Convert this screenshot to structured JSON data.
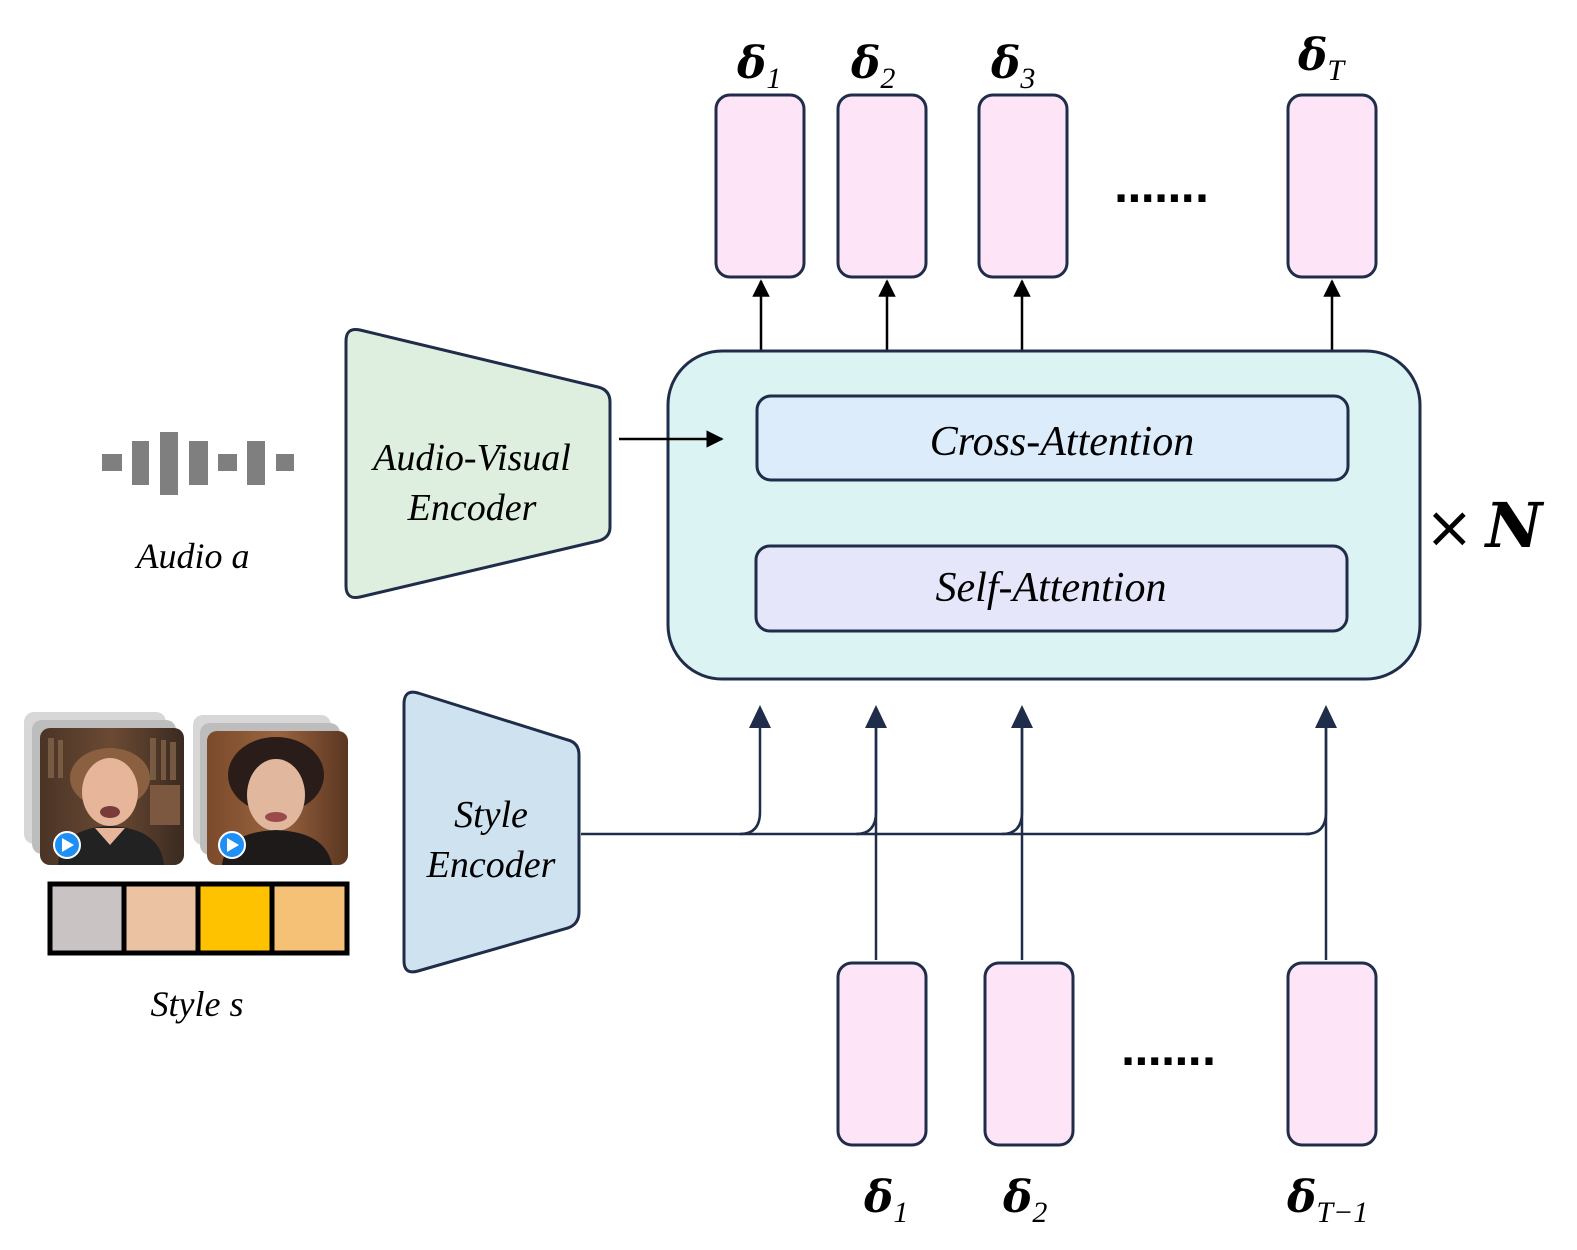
{
  "labels": {
    "audio_label": "Audio a",
    "style_label": "Style s",
    "av_encoder_line1": "Audio-Visual",
    "av_encoder_line2": "Encoder",
    "style_encoder_line1": "Style",
    "style_encoder_line2": "Encoder",
    "cross_attention": "Cross-Attention",
    "self_attention": "Self-Attention",
    "repeat_times": "×",
    "repeat_n": "N",
    "ellipsis": "……."
  },
  "outputs": [
    {
      "base": "δ",
      "sub": "1"
    },
    {
      "base": "δ",
      "sub": "2"
    },
    {
      "base": "δ",
      "sub": "3"
    },
    {
      "base": "δ",
      "sub": "T"
    }
  ],
  "inputs": [
    {
      "base": "δ",
      "sub": "1"
    },
    {
      "base": "δ",
      "sub": "2"
    },
    {
      "base": "δ",
      "sub": "T−1"
    }
  ],
  "colors": {
    "token_fill": "#fde4f6",
    "stroke": "#1f2d4a",
    "block_fill": "#dcf3f4",
    "cross_fill": "#dcecfb",
    "self_fill": "#e6e6fb",
    "av_encoder_fill": "#deefdf",
    "style_encoder_fill": "#cfe2f0",
    "style_swatches": [
      "#c9c3c3",
      "#ecc3a2",
      "#fec200",
      "#f4c177"
    ],
    "waveform": "#7f7f7f",
    "play_badge": "#1e8ff5"
  },
  "icons": [
    "audio-waveform-icon",
    "play-icon"
  ]
}
